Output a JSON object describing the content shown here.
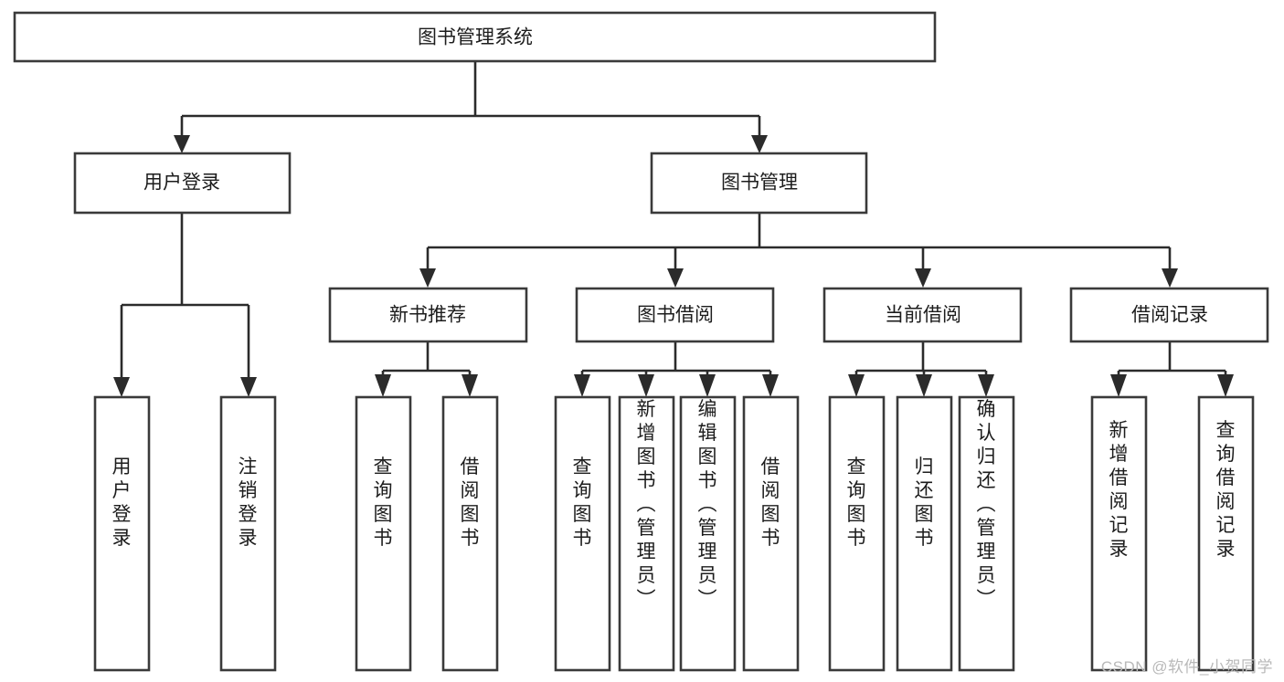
{
  "diagram": {
    "type": "tree",
    "title": "图书管理系统",
    "root": {
      "label": "图书管理系统"
    },
    "level2": [
      {
        "label": "用户登录"
      },
      {
        "label": "图书管理"
      }
    ],
    "level3": [
      {
        "label": "新书推荐"
      },
      {
        "label": "图书借阅"
      },
      {
        "label": "当前借阅"
      },
      {
        "label": "借阅记录"
      }
    ],
    "leaves": {
      "user_login": [
        {
          "label": "用户登录"
        },
        {
          "label": "注销登录"
        }
      ],
      "new_book_recommend": [
        {
          "label": "查询图书"
        },
        {
          "label": "借阅图书"
        }
      ],
      "book_borrow": [
        {
          "label": "查询图书"
        },
        {
          "label": "新增图书（管理员）"
        },
        {
          "label": "编辑图书（管理员）"
        },
        {
          "label": "借阅图书"
        }
      ],
      "current_borrow": [
        {
          "label": "查询图书"
        },
        {
          "label": "归还图书"
        },
        {
          "label": "确认归还（管理员）"
        }
      ],
      "borrow_record": [
        {
          "label": "新增借阅记录"
        },
        {
          "label": "查询借阅记录"
        }
      ]
    }
  },
  "watermark": {
    "text": "CSDN @软件_小贺同学"
  },
  "colors": {
    "box_stroke": "#3a3a3a",
    "connector": "#2b2b2b",
    "text": "#1c1c1c",
    "background": "#ffffff",
    "watermark": "#b9b9b9"
  }
}
